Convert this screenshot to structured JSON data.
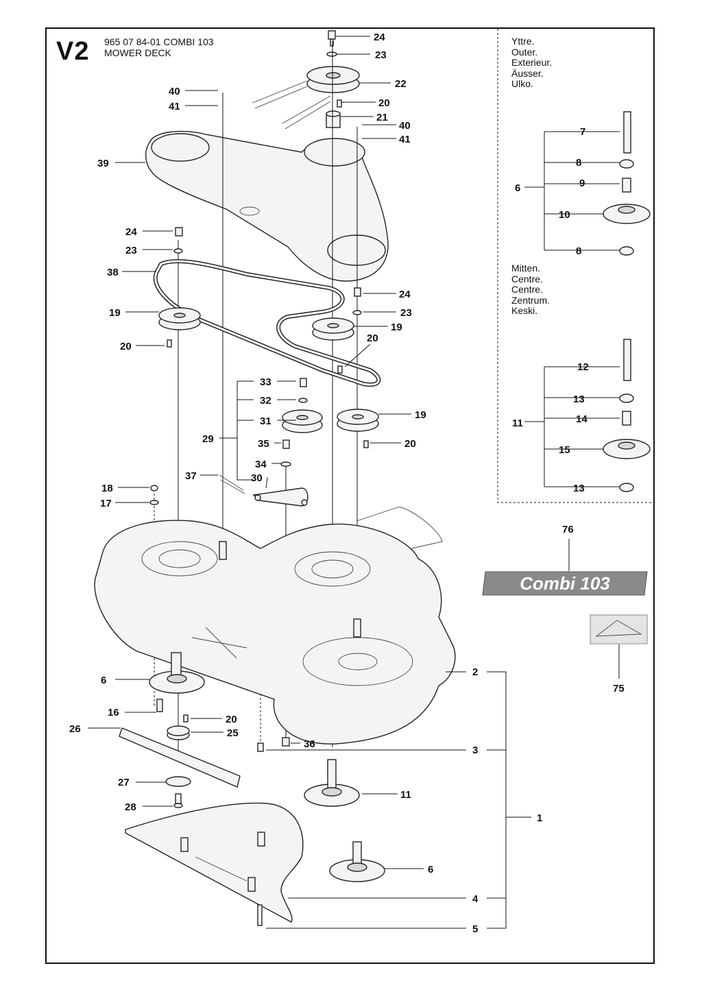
{
  "header": {
    "section_code": "V2",
    "part_number_line": "965 07 84-01 COMBI 103",
    "section_title": "MOWER DECK"
  },
  "legend_outer": [
    "Yttre.",
    "Outer.",
    "Exterieur.",
    "Äusser.",
    "Ulko."
  ],
  "legend_centre": [
    "Mitten.",
    "Centre.",
    "Centre.",
    "Zentrum.",
    "Keski."
  ],
  "badge": {
    "text": "Combi 103",
    "color": "#8a8a8a"
  },
  "callouts": [
    {
      "id": "c24a",
      "text": "24"
    },
    {
      "id": "c23a",
      "text": "23"
    },
    {
      "id": "c22",
      "text": "22"
    },
    {
      "id": "c20a",
      "text": "20"
    },
    {
      "id": "c21",
      "text": "21"
    },
    {
      "id": "c40a",
      "text": "40"
    },
    {
      "id": "c41a",
      "text": "41"
    },
    {
      "id": "c40b",
      "text": "40"
    },
    {
      "id": "c41b",
      "text": "41"
    },
    {
      "id": "c39",
      "text": "39"
    },
    {
      "id": "c24b",
      "text": "24"
    },
    {
      "id": "c23b",
      "text": "23"
    },
    {
      "id": "c38",
      "text": "38"
    },
    {
      "id": "c19a",
      "text": "19"
    },
    {
      "id": "c20b",
      "text": "20"
    },
    {
      "id": "c24c",
      "text": "24"
    },
    {
      "id": "c23c",
      "text": "23"
    },
    {
      "id": "c19b",
      "text": "19"
    },
    {
      "id": "c20c",
      "text": "20"
    },
    {
      "id": "c33",
      "text": "33"
    },
    {
      "id": "c32",
      "text": "32"
    },
    {
      "id": "c31",
      "text": "31"
    },
    {
      "id": "c29",
      "text": "29"
    },
    {
      "id": "c35",
      "text": "35"
    },
    {
      "id": "c34",
      "text": "34"
    },
    {
      "id": "c37",
      "text": "37"
    },
    {
      "id": "c30",
      "text": "30"
    },
    {
      "id": "c19c",
      "text": "19"
    },
    {
      "id": "c20d",
      "text": "20"
    },
    {
      "id": "c18",
      "text": "18"
    },
    {
      "id": "c17",
      "text": "17"
    },
    {
      "id": "c7",
      "text": "7"
    },
    {
      "id": "c8a",
      "text": "8"
    },
    {
      "id": "c6a",
      "text": "6"
    },
    {
      "id": "c9",
      "text": "9"
    },
    {
      "id": "c10",
      "text": "10"
    },
    {
      "id": "c8b",
      "text": "8"
    },
    {
      "id": "c12",
      "text": "12"
    },
    {
      "id": "c13a",
      "text": "13"
    },
    {
      "id": "c11a",
      "text": "11"
    },
    {
      "id": "c14",
      "text": "14"
    },
    {
      "id": "c15",
      "text": "15"
    },
    {
      "id": "c13b",
      "text": "13"
    },
    {
      "id": "c76",
      "text": "76"
    },
    {
      "id": "c75",
      "text": "75"
    },
    {
      "id": "c2",
      "text": "2"
    },
    {
      "id": "c6b",
      "text": "6"
    },
    {
      "id": "c16",
      "text": "16"
    },
    {
      "id": "c20e",
      "text": "20"
    },
    {
      "id": "c26",
      "text": "26"
    },
    {
      "id": "c25",
      "text": "25"
    },
    {
      "id": "c36",
      "text": "36"
    },
    {
      "id": "c3",
      "text": "3"
    },
    {
      "id": "c27",
      "text": "27"
    },
    {
      "id": "c11b",
      "text": "11"
    },
    {
      "id": "c1",
      "text": "1"
    },
    {
      "id": "c28",
      "text": "28"
    },
    {
      "id": "c6c",
      "text": "6"
    },
    {
      "id": "c4",
      "text": "4"
    },
    {
      "id": "c5",
      "text": "5"
    }
  ]
}
